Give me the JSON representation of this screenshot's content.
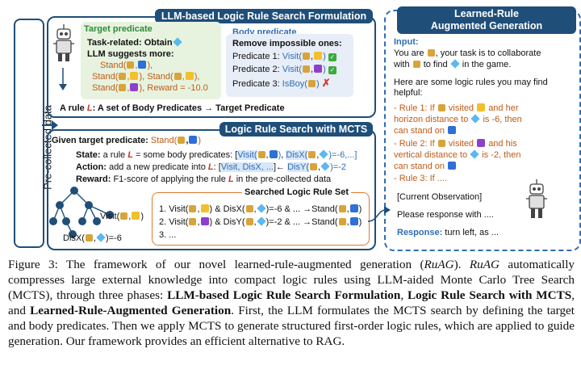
{
  "side_label": "Pre-collected data",
  "panel1": {
    "title": "LLM-based Logic Rule Search Formulation",
    "target_heading": "Target predicate",
    "task_related": "Task-related: Obtain",
    "llm_suggests": "LLM suggests more:",
    "stand1": "Stand(",
    "stand_close": "),",
    "stand2": "Stand(",
    "stand2b": "), Stand(",
    "stand2c": "),",
    "stand3": "Stand(",
    "stand3b": "), Reward = -10.0",
    "body_heading": "Body predicate",
    "remove": "Remove impossible ones:",
    "pred1_label": "Predicate 1:",
    "pred1_val": "Visit(",
    "pred2_label": "Predicate 2:",
    "pred2_val": "Visit(",
    "pred3_label": "Predicate 3:",
    "pred3_val": "IsBoy(",
    "rule_line_a": "A rule ",
    "rule_symbol": "L",
    "rule_line_b": ": A set of Body Predicates → Target Predicate"
  },
  "panel2": {
    "title": "Logic Rule Search with MCTS",
    "given_label": "Given target predicate:",
    "given_val": "Stand(",
    "state_label": "State:",
    "state_text": " a rule ",
    "state_text2": " = some body predicates: [",
    "state_visit": "Visit(",
    "state_disx": "DisX(",
    "state_end": ")=-6,...]",
    "action_label": "Action:",
    "action_text": " add a new predicate into ",
    "action_text2": ": [",
    "action_list": "Visit, DisX, ...",
    "action_arrow": "]←",
    "action_disy": "DisY(",
    "action_end": ")=-2",
    "reward_label": "Reward:",
    "reward_text": " F1-score of applying the rule ",
    "reward_text2": " in the pre-collected data",
    "tree_visit": "Visit(",
    "tree_disx": "DisX(",
    "tree_disx_end": ")=-6",
    "set_title": "Searched Logic Rule Set",
    "set1a": "1. Visit(",
    "set1b": ") & DisX(",
    "set1c": ")=-6 & ... →Stand(",
    "set2a": "2. Visit(",
    "set2b": ") & DisY(",
    "set2c": ")=-2 & ... →Stand(",
    "set3": "3. ..."
  },
  "panel3": {
    "title_line1": "Learned-Rule",
    "title_line2": "Augmented Generation",
    "input": "Input:",
    "you_are": "You are",
    "intro_a": ", your task is to collaborate",
    "intro_b": "with",
    "intro_c": "to find",
    "intro_d": "in the game.",
    "here_are": "Here are some logic rules you may find helpful:",
    "rule1a": "- Rule 1: If",
    "rule1b": "visited",
    "rule1c": "and her",
    "rule1d": "horizon distance to",
    "rule1e": "is -6, then",
    "rule1f": "can stand on",
    "rule2a": "- Rule 2: If",
    "rule2b": "visited",
    "rule2c": "and his",
    "rule2d": "vertical distance to",
    "rule2e": "is -2, then",
    "rule2f": "can stand on",
    "rule3": "- Rule 3: If ....",
    "obs": "[Current Observation]",
    "respond": "Please response with ....",
    "response_label": "Response:",
    "response_text": " turn left, as ..."
  },
  "caption": {
    "fig": "Figure 3: The framework of our novel learned-rule-augmented generation (",
    "ruag1": "RuAG",
    "p1": "). ",
    "ruag2": "RuAG",
    "p2": " automatically compresses large external knowledge into compact logic rules using LLM-aided Monte Carlo Tree Search (MCTS), through three phases: ",
    "b1": "LLM-based Logic Rule Search Formulation",
    "p3": ", ",
    "b2": "Logic Rule Search with MCTS",
    "p4": ", and ",
    "b3": "Learned-Rule-Augmented Generation",
    "p5": ". First, the LLM formulates the MCTS search by defining the target and body predicates. Then we apply MCTS to generate structured first-order logic rules, which are applied to guide generation. Our framework provides an efficient alternative to RAG."
  },
  "colors": {
    "navy": "#1f4e79",
    "green": "#2e8b3a",
    "blue": "#2f6db5",
    "orange": "#c05a16",
    "red": "#c0392b"
  }
}
